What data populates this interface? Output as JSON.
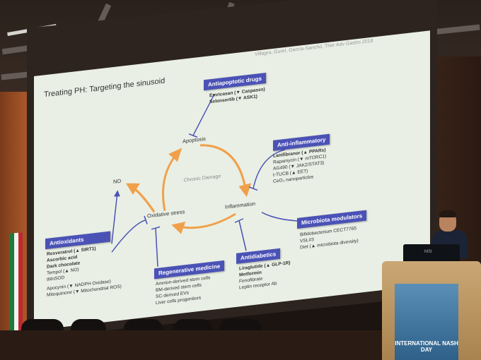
{
  "slide": {
    "title": "Treating PH: Targeting the sinusoid",
    "citation": "Villagra, Gurel, García-Sancho, Ther Adv Gastro 2018"
  },
  "nodes": {
    "no": "NO",
    "apoptosis": "Apoptosis",
    "oxidative_stress": "Oxidative stress",
    "inflammation": "Inflammation",
    "chronic_damage": "Chronic Damage"
  },
  "boxes": {
    "antiapoptotic": {
      "header": "Antiapoptotic drugs",
      "items": [
        "Emricasan (▼ Caspases)",
        "Selonsertib (▼ ASK1)"
      ]
    },
    "anti_inflammatory": {
      "header": "Anti-inflammatory",
      "items": [
        "Lanifibranor (▲ PPARs)",
        "Rapamycin (▼ mTORC1)",
        "AG490 (▼ JAK2/STAT3)",
        "t-TUCB (▲ EET)",
        "CeO₂ nanoparticles"
      ]
    },
    "antioxidants": {
      "header": "Antioxidants",
      "items": [
        "Resveratrol (▲ SIRT1)",
        "Ascorbic acid",
        "Dark chocolate",
        "Tempol (▲ NO)",
        "tMnSOD",
        "Apocynin (▼ NADPH Oxidase)",
        "Mitoquinone (▼ Mitochondrial ROS)"
      ]
    },
    "microbiota": {
      "header": "Microbiota modulators",
      "items": [
        "Bifidobacterium CECT7765",
        "VSL#3",
        "Diet (▲ microbiota diversity)"
      ]
    },
    "regenerative": {
      "header": "Regenerative medicine",
      "items": [
        "Amnion-derived stem cells",
        "BM-derived stem cells",
        "SC-derived EVs",
        "Liver cells progenitors"
      ]
    },
    "antidiabetics": {
      "header": "Antidiabetics",
      "items": [
        "Liraglutide (▲ GLP-1R)",
        "Metformin",
        "Fenofibrate",
        "Leptin receptor Ab"
      ]
    }
  },
  "podium": {
    "label": "INTERNATIONAL NASH DAY"
  },
  "laptop": {
    "brand": "MSI"
  },
  "colors": {
    "header_bg": "#4b52b6",
    "arrow_orange": "#f0a04a",
    "arrow_blue": "#4b52b6"
  }
}
